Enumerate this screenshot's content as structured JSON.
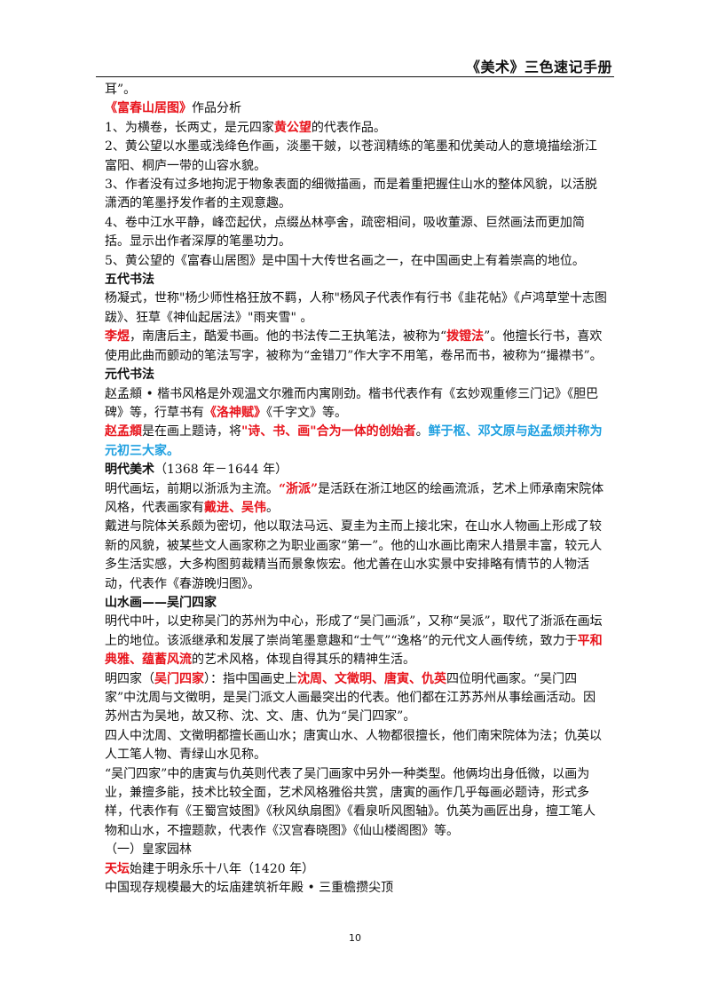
{
  "header": {
    "title": "《美术》三色速记手册"
  },
  "page_number": "10",
  "colors": {
    "red": "#e8141c",
    "blue": "#1d9fe0",
    "text": "#111111"
  },
  "content": {
    "p1": {
      "t1": "耳”。"
    },
    "p2": {
      "t1": "《富春山居图》",
      "t2": "作品分析"
    },
    "p3": {
      "t1": "1、为横卷，长两丈，是元四家",
      "t2": "黄公望",
      "t3": "的代表作品。"
    },
    "p4": {
      "t1": "2、黄公望以水墨或浅绛色作画，淡墨干皴，以苍润精练的笔墨和优美动人的意境描绘浙江富阳、桐庐一带的山容水貌。"
    },
    "p5": {
      "t1": "3、作者没有过多地拘泥于物象表面的细微描画，而是着重把握住山水的整体风貌，以活脱潇洒的笔墨抒发作者的主观意趣。"
    },
    "p6": {
      "t1": "4、卷中江水平静，峰峦起伏，点缀丛林亭舍，疏密相间，吸收董源、巨然画法而更加简括。显示出作者深厚的笔墨功力。"
    },
    "p7": {
      "t1": "5、黄公望的《富春山居图》是中国十大传世名画之一，在中国画史上有着崇高的地位。"
    },
    "p8": {
      "t1": "五代书法"
    },
    "p9": {
      "t1": "杨凝式，世称\"杨少师性格狂放不羁，人称\"杨风子代表作有行书《韭花帖》《卢鸿草堂十志图跋》、狂草《神仙起居法》\"雨夹雪\" 。"
    },
    "p10": {
      "t1": "李煜",
      "t2": "，南唐后主，酷爱书画。他的书法传二王执笔法，被称为“",
      "t3": "拨镫法",
      "t4": "”。他擅长行书，喜欢使用此曲而颤动的笔法写字，被称为“金错刀”作大字不用笔，卷吊而书，被称为“撮襟书”。"
    },
    "p11": {
      "t1": "元代书法"
    },
    "p12": {
      "t1": "赵孟頫 • 楷书风格是外观温文尔雅而内寓刚劲。楷书代表作有《玄妙观重修三门记》《胆巴碑》等，行草书有",
      "t2": "《洛神赋》",
      "t3": "《千字文》等。"
    },
    "p13": {
      "t1": "赵孟頫",
      "t2": "是在画上题诗，将",
      "t3": "\"诗、书、画\"合为一体的创始者",
      "t4": "。",
      "t5": "鲜于枢、邓文原与赵孟烦并称为元初三大家",
      "t6": "。"
    },
    "p14": {
      "t1": "明代美术",
      "t2": "（1368 年－1644 年）"
    },
    "p15": {
      "t1": "明代画坛，前期以浙派为主流。",
      "t2": "“浙派”",
      "t3": "是活跃在浙江地区的绘画流派，艺术上师承南宋院体风格，代表画家有",
      "t4": "戴进、吴伟",
      "t5": "。"
    },
    "p16": {
      "t1": "戴进与院体关系颇为密切，他以取法马远、夏圭为主而上接北宋，在山水人物画上形成了较新的风貌，被某些文人画家称之为职业画家“第一”。他的山水画比南宋人措景丰富，较元人多生活实感，大多构图剪裁精当而景象恢宏。他尤善在山水实景中安排略有情节的人物活动，代表作《春游晚归图》。"
    },
    "p17": {
      "t1": "山水画——吴门四家"
    },
    "p18": {
      "t1": "明代中叶，以史称吴门的苏州为中心，形成了“吴门画派”，又称“吴派”，取代了浙派在画坛上的地位。该派继承和发展了崇尚笔墨意趣和“士气”“逸格”的元代文人画传统，致力于",
      "t2": "平和典雅、蕴蓄风流",
      "t3": "的艺术风格，体现自得其乐的精神生活。"
    },
    "p19": {
      "t1": "明四家（",
      "t2": "吴门四家",
      "t3": "）：指中国画史上",
      "t4": "沈周、文徵明、唐寅、仇英",
      "t5": "四位明代画家。“吴门四家”中沈周与文徵明，是吴门派文人画最突出的代表。他们都在江苏苏州从事绘画活动。因苏州古为吴地，故又称、沈、文、唐、仇为“吴门四家”。"
    },
    "p20": {
      "t1": "四人中沈周、文徵明都擅长画山水；唐寅山水、人物都很擅长，他们南宋院体为法；仇英以人工笔人物、青绿山水见称。"
    },
    "p21": {
      "t1": "“吴门四家”中的唐寅与仇英则代表了吴门画家中另外一种类型。他俩均出身低微，以画为业，兼擅多能，技术比较全面，艺术风格雅俗共赏，唐寅的画作几乎每画必题诗，形式多样，代表作有《王蜀宫妓图》《秋风纨扇图》《看泉听风图轴》。仇英为画匠出身，擅工笔人物和山水，不擅题款，代表作《汉宫春晓图》《仙山楼阁图》等。"
    },
    "p22": {
      "t1": "（一）皇家园林"
    },
    "p23": {
      "t1": "天坛",
      "t2": "始建于明永乐十八年（1420 年）"
    },
    "p24": {
      "t1": "中国现存规模最大的坛庙建筑祈年殿 • 三重檐攒尖顶"
    }
  }
}
